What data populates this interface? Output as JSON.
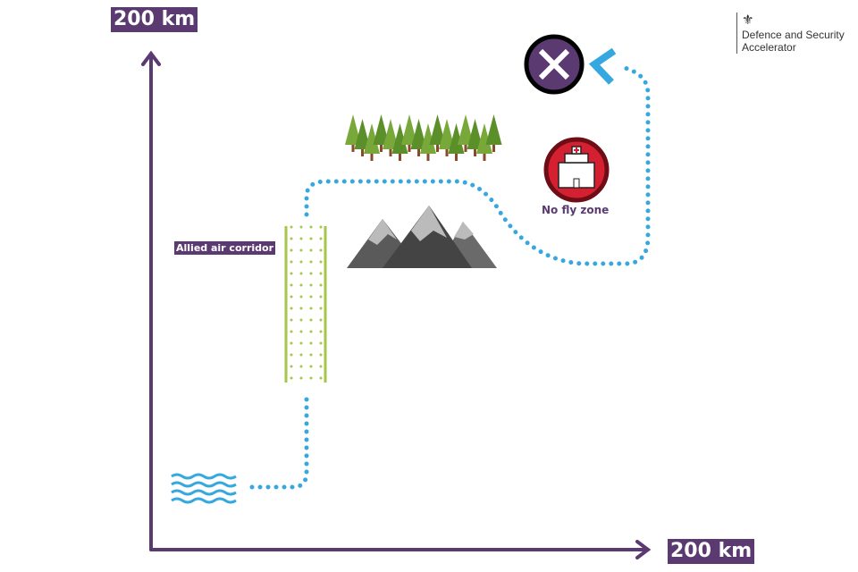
{
  "axes": {
    "y_label": "200 km",
    "x_label": "200 km"
  },
  "corridor": {
    "label": "Allied air corridor"
  },
  "no_fly_zone": {
    "label": "No fly zone"
  },
  "logo": {
    "line1": "Defence and Security",
    "line2": "Accelerator"
  },
  "colors": {
    "purple": "#5b3a72",
    "route": "#35a8e0",
    "corridor": "#a4c64a",
    "hospital": "#d42030"
  }
}
